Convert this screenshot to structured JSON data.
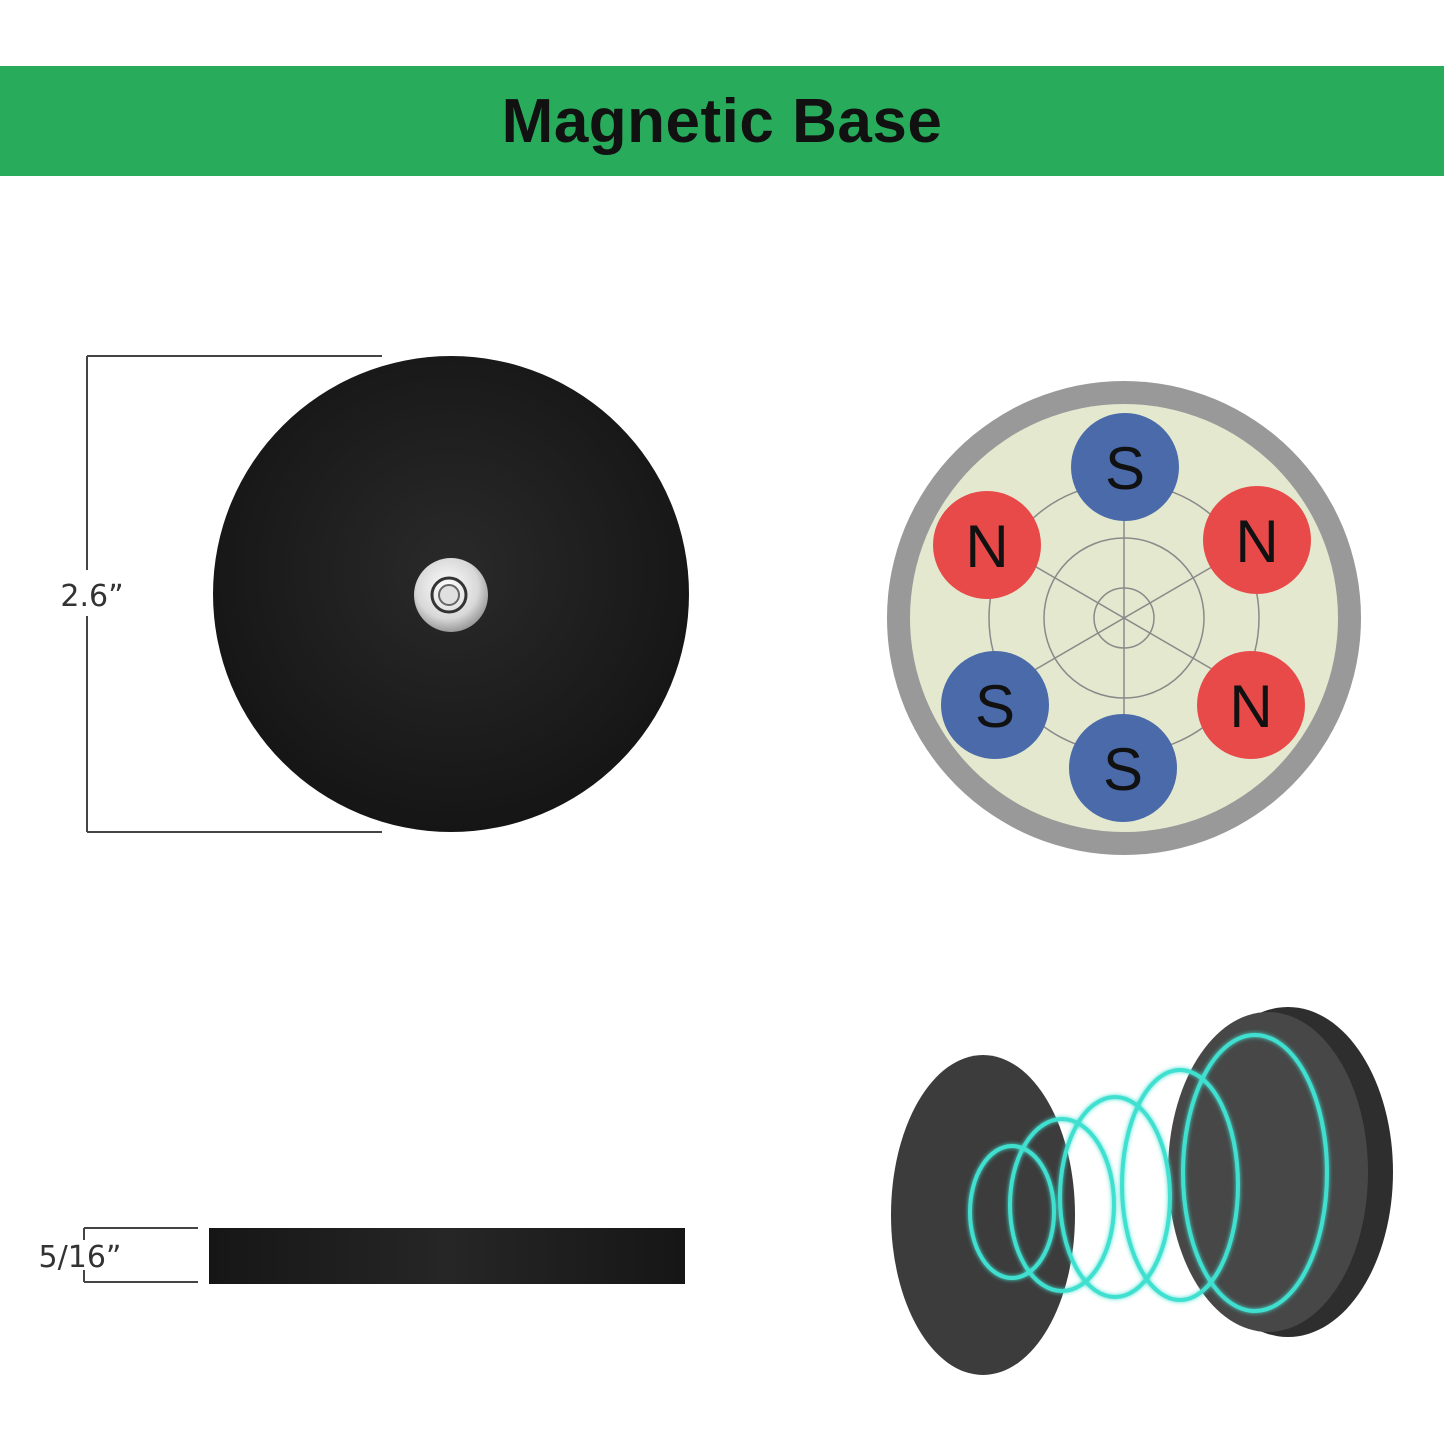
{
  "header": {
    "title": "Magnetic Base"
  },
  "dimensions": {
    "diameter_label": "2.6”",
    "thickness_label": "5/16”"
  },
  "magnet_layout": {
    "poles": [
      {
        "label": "S",
        "color": "#4a6aaa"
      },
      {
        "label": "N",
        "color": "#e84a4a"
      },
      {
        "label": "N",
        "color": "#e84a4a"
      },
      {
        "label": "S",
        "color": "#4a6aaa"
      },
      {
        "label": "N",
        "color": "#e84a4a"
      },
      {
        "label": "S",
        "color": "#4a6aaa"
      }
    ]
  },
  "colors": {
    "banner": "#29ab5c",
    "magnet_body": "#1e1e1e",
    "north": "#e84a4a",
    "south": "#4a6aaa",
    "field_lines": "#40e0d0",
    "rim": "#999999",
    "face": "#e3e8cf"
  }
}
